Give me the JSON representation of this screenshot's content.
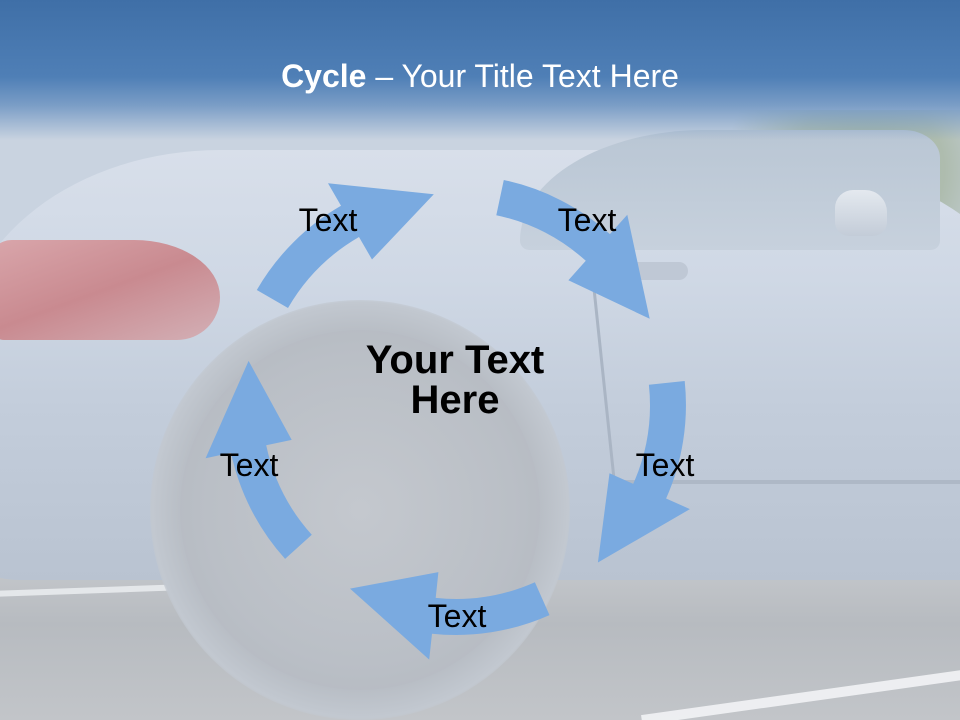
{
  "title": {
    "bold": "Cycle",
    "rest": " – Your Title Text Here"
  },
  "center": {
    "line1": "Your Text",
    "line2": "Here"
  },
  "steps": [
    {
      "label": "Text"
    },
    {
      "label": "Text"
    },
    {
      "label": "Text"
    },
    {
      "label": "Text"
    },
    {
      "label": "Text"
    }
  ],
  "colors": {
    "banner": "#4f7fb6",
    "arrow": "#7aaae0",
    "title_text": "#ffffff"
  }
}
